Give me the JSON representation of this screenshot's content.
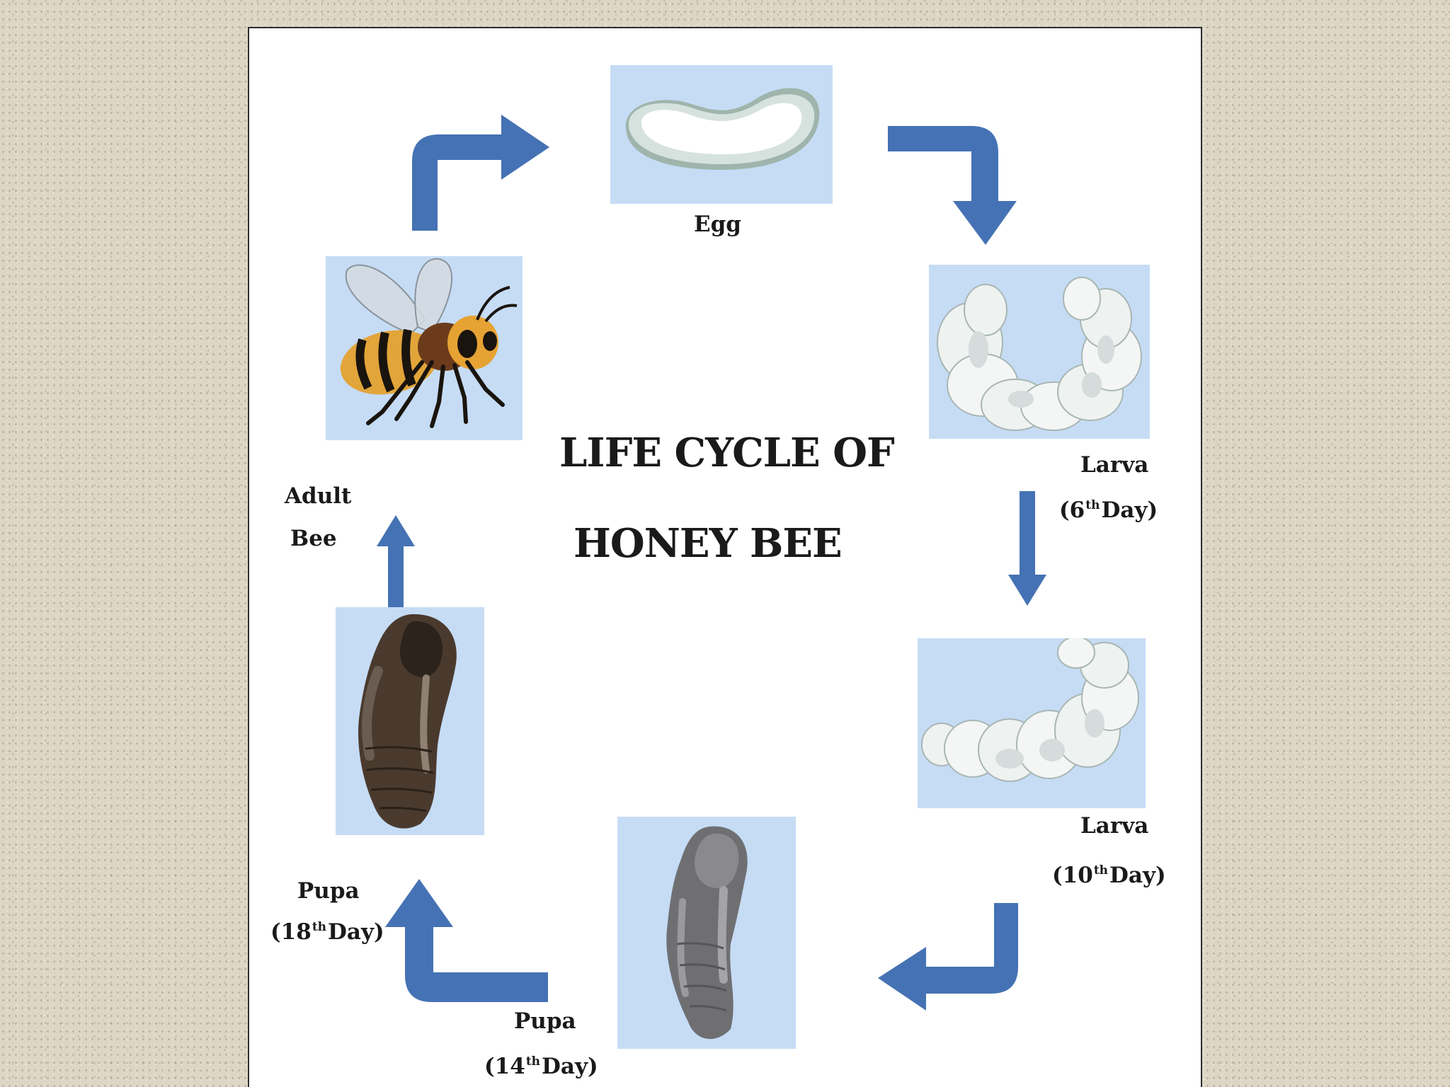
{
  "title": {
    "line1": "LIFE CYCLE OF",
    "line2": "HONEY BEE"
  },
  "colors": {
    "arrow": "#4572b4",
    "tile": "#c6dcf5",
    "background": "#ddd6c5",
    "panel": "#ffffff"
  },
  "stages": [
    {
      "key": "egg",
      "name": "Egg"
    },
    {
      "key": "larva6",
      "name": "Larva",
      "day_open": "(6",
      "day_sup": "th",
      "day_rest": "Day)"
    },
    {
      "key": "larva10",
      "name": "Larva",
      "day_open": "(10",
      "day_sup": "th",
      "day_rest": "Day)"
    },
    {
      "key": "pupa14",
      "name": "Pupa",
      "day_open": "(14",
      "day_sup": "th",
      "day_rest": "Day)"
    },
    {
      "key": "pupa18",
      "name": "Pupa",
      "day_open": "(18",
      "day_sup": "th",
      "day_rest": "Day)"
    },
    {
      "key": "adult",
      "name_line1": "Adult",
      "name_line2": "Bee"
    }
  ]
}
